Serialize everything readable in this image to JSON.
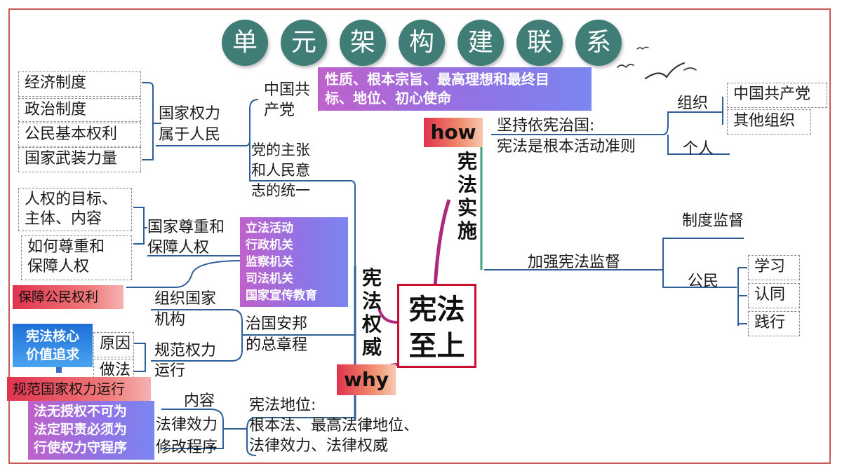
{
  "title_chars": [
    "单",
    "元",
    "架",
    "构",
    "建",
    "联",
    "系"
  ],
  "center": {
    "line1": "宪法",
    "line2": "至上"
  },
  "labels": {
    "how": "how",
    "why": "why"
  },
  "axis_impl": [
    "宪",
    "法",
    "实",
    "施"
  ],
  "axis_auth": [
    "宪",
    "法",
    "权",
    "威"
  ],
  "why_branch": {
    "party": {
      "line1": "中国共",
      "line2": "产党",
      "banner_line1": "性质、根本宗旨、最高理想和最终目",
      "banner_line2": "标、地位、初心使命"
    },
    "unity": {
      "line1": "党的主张",
      "line2": "和人民意",
      "line3": "志的统一"
    },
    "power": {
      "line1": "国家权力",
      "line2": "属于人民",
      "items": [
        "经济制度",
        "政治制度",
        "公民基本权利",
        "国家武装力量"
      ]
    },
    "rights": {
      "line1": "国家尊重和",
      "line2": "保障人权",
      "box1_line1": "人权的目标、",
      "box1_line2": "主体、内容",
      "box2_line1": "如何尊重和",
      "box2_line2": "保障人权"
    },
    "organs": [
      "立法活动",
      "行政机关",
      "监察机关",
      "司法机关",
      "国家宣传教育"
    ],
    "protect_rights": "保障公民权利",
    "core_value": {
      "line1": "宪法核心",
      "line2": "价值追求"
    },
    "govern": {
      "line1": "治国安邦",
      "line2": "的总章程"
    },
    "organize": {
      "line1": "组织国家",
      "line2": "机构"
    },
    "regulate": {
      "line1": "规范权力",
      "line2": "运行",
      "reason": "原因",
      "method": "做法"
    },
    "regulate_tag": "规范国家权力运行",
    "principle": {
      "line1": "法无授权不可为",
      "line2": "法定职责必须为",
      "line3": "行使权力守程序"
    },
    "status": {
      "line1": "宪法地位:",
      "line2": "根本法、最高法律地位、",
      "line3": "法律效力、法律权威",
      "items": [
        "内容",
        "法律效力",
        "修改程序"
      ]
    }
  },
  "how_branch": {
    "rule": {
      "line1": "坚持依宪治国:",
      "line2": "宪法是根本活动准则",
      "org": "组织",
      "person": "个人",
      "org_items": [
        "中国共产党",
        "其他组织"
      ]
    },
    "supervise": {
      "label": "加强宪法监督",
      "system": "制度监督",
      "citizen": "公民",
      "citizen_items": [
        "学习",
        "认同",
        "践行"
      ]
    }
  }
}
